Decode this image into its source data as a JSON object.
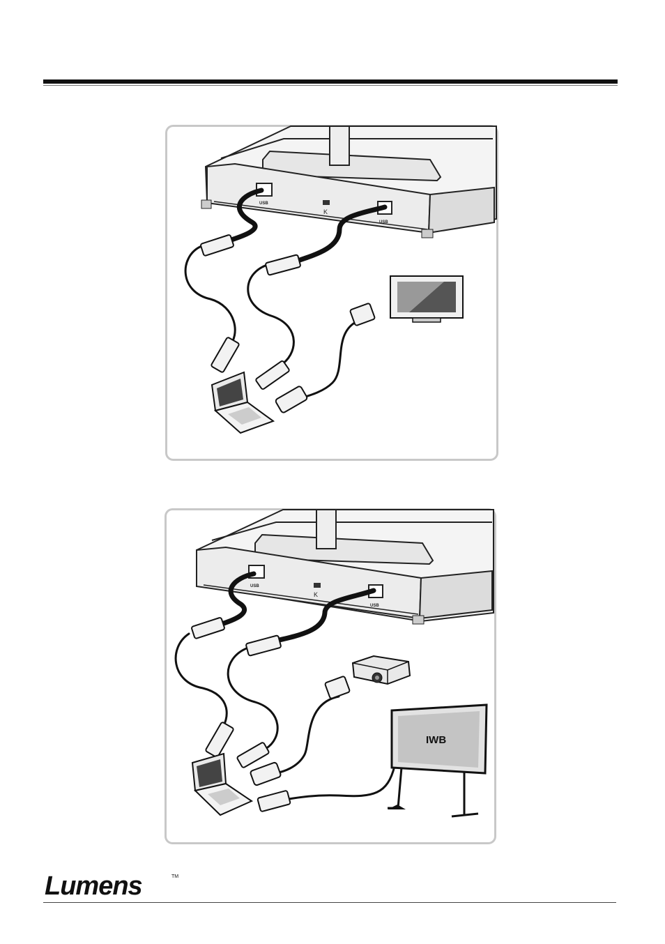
{
  "figures": [
    {
      "port_left": "USB",
      "port_right": "USB",
      "switch_mark": "K"
    },
    {
      "port_left": "USB",
      "port_right": "USB",
      "switch_mark": "K",
      "board_label": "IWB"
    }
  ],
  "footer": {
    "brand": "Lumens",
    "trademark": "TM"
  }
}
